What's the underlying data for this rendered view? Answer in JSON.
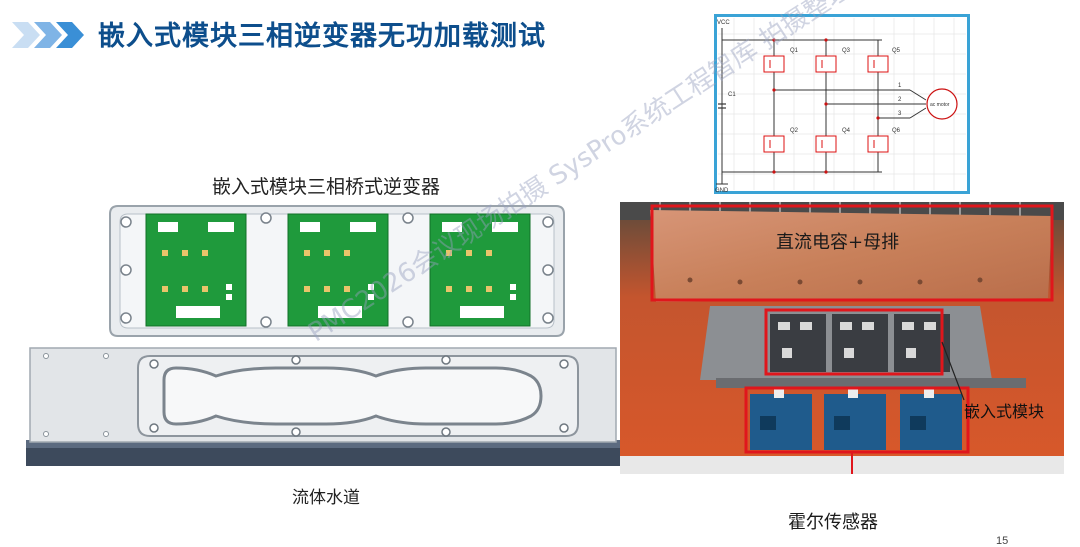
{
  "slide": {
    "title": "嵌入式模块三相逆变器无功加载测试",
    "page_number": "15"
  },
  "left_diagram": {
    "inverter_caption": "嵌入式模块三相桥式逆变器",
    "channel_caption": "流体水道"
  },
  "circuit": {
    "vcc_label": "VCC",
    "gnd_label": "GND",
    "capacitor_label": "C1",
    "transistor_labels": [
      "Q1",
      "Q3",
      "Q5",
      "Q2",
      "Q4",
      "Q6"
    ],
    "phase_labels": [
      "1",
      "2",
      "3"
    ],
    "motor_label": "ac motor"
  },
  "photo": {
    "capacitor_label": "直流电容+母排",
    "module_label": "嵌入式模块",
    "sensor_label": "霍尔传感器"
  },
  "watermark": "PMC2026会议现场拍摄 SysPro系统工程智库 拍摄整理",
  "colors": {
    "title": "#0d4e8c",
    "chevron": "#3a8fd6",
    "pcb_green": "#1f9a3c",
    "highlight_red": "#e0161c",
    "copper": "#c8805a"
  }
}
